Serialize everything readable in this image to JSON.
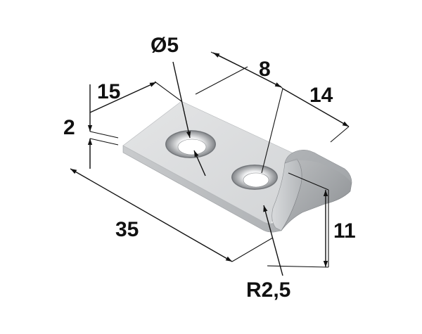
{
  "dimensions": {
    "hole_diameter": "Ø5",
    "hole_spacing": "8",
    "hole_offset": "15",
    "thickness": "2",
    "catch_width": "14",
    "length": "35",
    "catch_height": "11",
    "corner_radius": "R2,5"
  },
  "colors": {
    "background": "#ffffff",
    "metal_light": "#e6e7e8",
    "metal_mid": "#c4c6c8",
    "metal_dark": "#8d9093",
    "line": "#111111"
  }
}
